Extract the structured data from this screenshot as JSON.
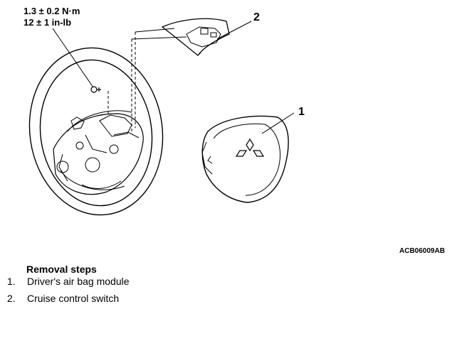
{
  "torque": {
    "metric": "1.3 ± 0.2 N·m",
    "imperial": "12 ± 1 in-lb"
  },
  "callouts": {
    "one": "1",
    "two": "2"
  },
  "figure_id": "ACB06009AB",
  "removal": {
    "title": "Removal steps",
    "steps": [
      {
        "num": "1.",
        "label": "Driver's air bag module"
      },
      {
        "num": "2.",
        "label": "Cruise control switch"
      }
    ]
  }
}
